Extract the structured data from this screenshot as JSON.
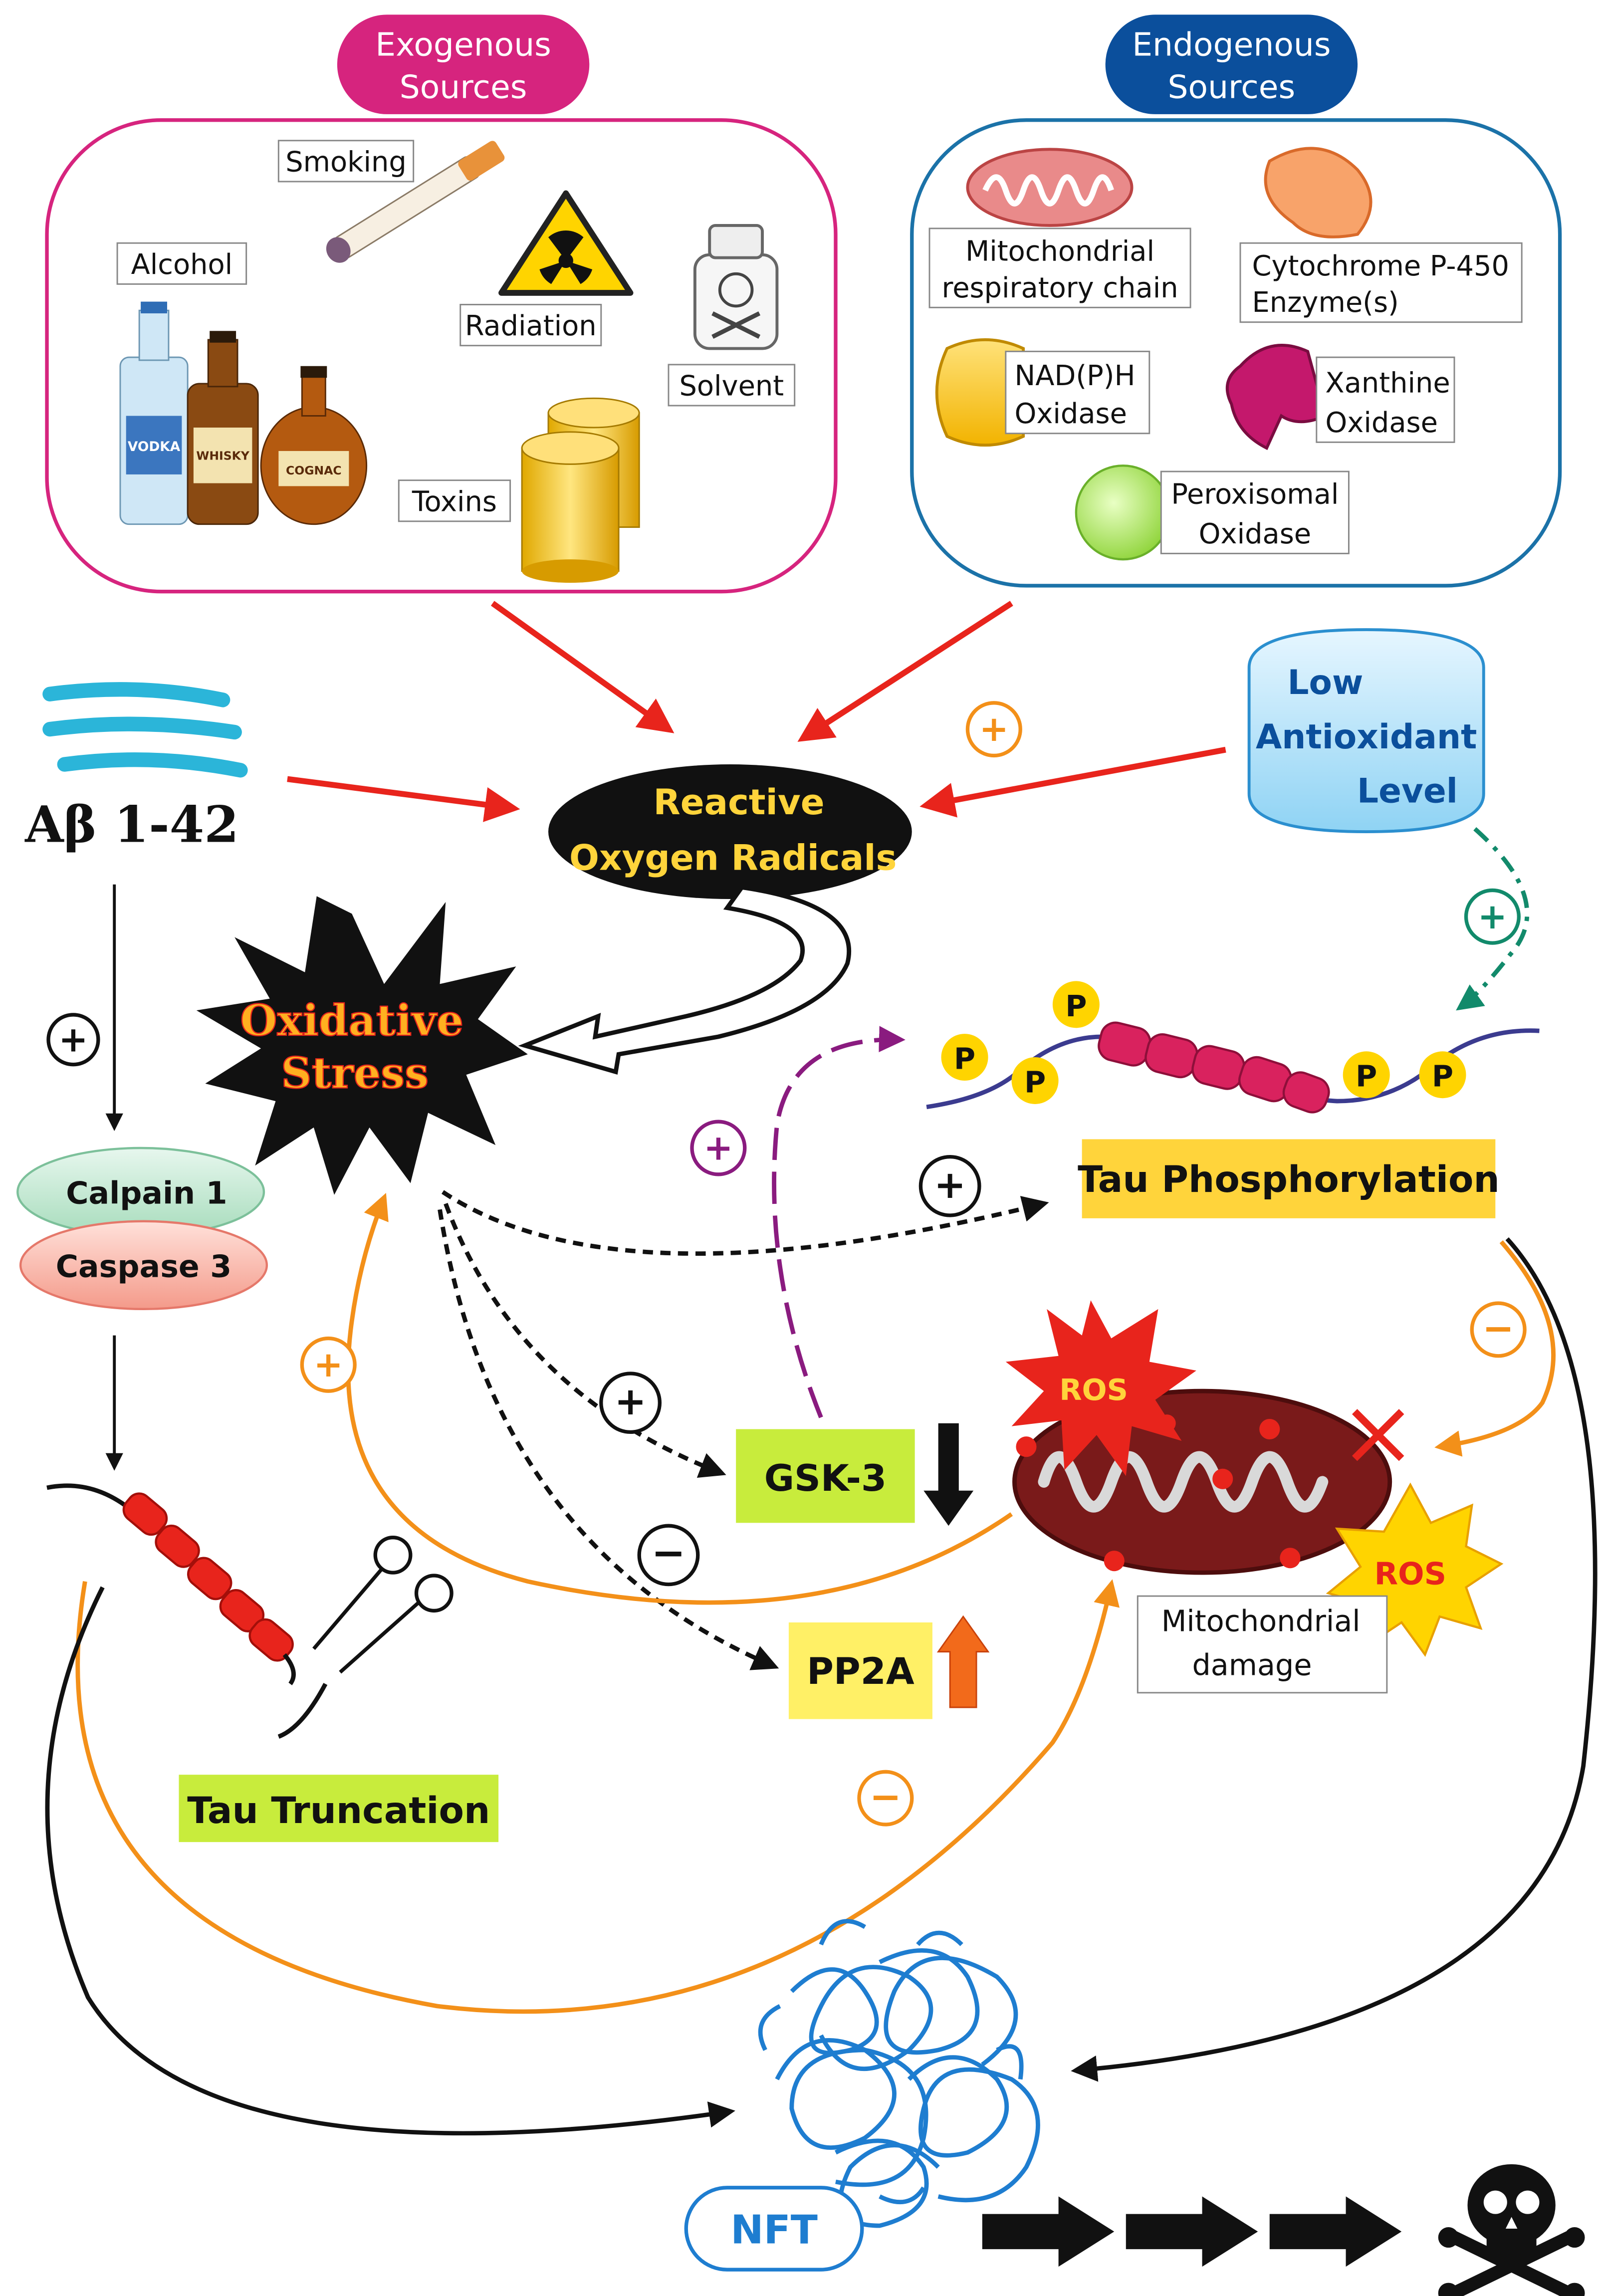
{
  "exogenous": {
    "header": [
      "Exogenous",
      "Sources"
    ],
    "items": {
      "smoking": "Smoking",
      "alcohol": "Alcohol",
      "radiation": "Radiation",
      "solvent": "Solvent",
      "toxins": "Toxins"
    },
    "bottle_labels": {
      "vodka": "VODKA",
      "whisky": "WHISKY",
      "cognac": "COGNAC"
    }
  },
  "endogenous": {
    "header": [
      "Endogenous",
      "Sources"
    ],
    "items": {
      "mito_chain": [
        "Mitochondrial",
        "respiratory chain"
      ],
      "cyp450": [
        "Cytochrome P-450",
        "Enzyme(s)"
      ],
      "nadph": [
        "NAD(P)H",
        "Oxidase"
      ],
      "xanthine": [
        "Xanthine",
        "Oxidase"
      ],
      "peroxisomal": [
        "Peroxisomal",
        "Oxidase"
      ]
    }
  },
  "low_antioxidant": [
    "Low",
    "Antioxidant",
    "Level"
  ],
  "ros_node": [
    "Reactive",
    "Oxygen Radicals"
  ],
  "oxidative_stress": [
    "Oxidative",
    "Stress"
  ],
  "abeta": "Aβ 1-42",
  "calpain": "Calpain 1",
  "caspase": "Caspase 3",
  "tau_phosphorylation": "Tau Phosphorylation",
  "phospho_letter": "P",
  "gsk3": "GSK-3",
  "pp2a": "PP2A",
  "ros_burst": "ROS",
  "mito_damage": [
    "Mitochondrial",
    "damage"
  ],
  "tau_truncation": "Tau Truncation",
  "nft": "NFT",
  "signs": {
    "plus": "+",
    "minus": "−"
  },
  "colors": {
    "magenta": "#d6247e",
    "navy": "#0b4f9c",
    "red_arrow": "#e8241c",
    "orange": "#f39019",
    "purple": "#8a1b7f",
    "teal": "#128a6b",
    "yellow_label": "#ffd43b",
    "lime_label": "#c8ec3c",
    "tangle_blue": "#1e7dd0"
  }
}
